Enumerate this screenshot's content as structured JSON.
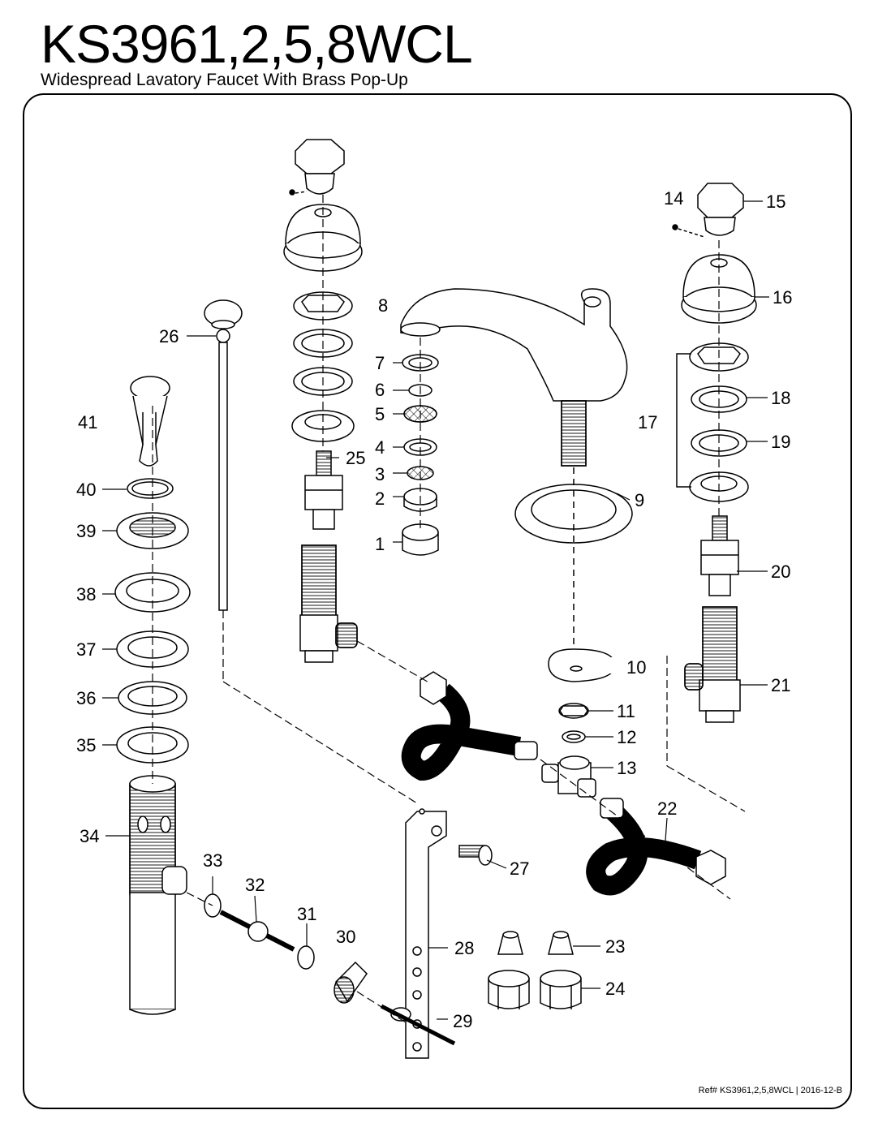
{
  "header": {
    "model": "KS3961,2,5,8WCL",
    "subtitle": "Widespread Lavatory Faucet With Brass Pop-Up"
  },
  "footer": {
    "ref": "Ref# KS3961,2,5,8WCL | 2016-12-B"
  },
  "callouts": [
    "1",
    "2",
    "3",
    "4",
    "5",
    "6",
    "7",
    "8",
    "9",
    "10",
    "11",
    "12",
    "13",
    "14",
    "15",
    "16",
    "17",
    "18",
    "19",
    "20",
    "21",
    "22",
    "23",
    "24",
    "25",
    "26",
    "27",
    "28",
    "29",
    "30",
    "31",
    "32",
    "33",
    "34",
    "35",
    "36",
    "37",
    "38",
    "39",
    "40",
    "41"
  ],
  "colors": {
    "line": "#000000",
    "hatch": "#000000",
    "background": "#ffffff"
  }
}
